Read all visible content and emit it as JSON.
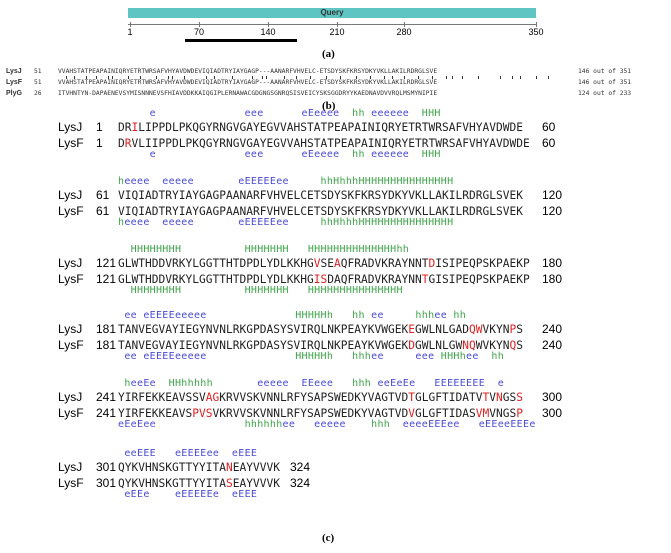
{
  "panel_a": {
    "query_label": "Query",
    "ticks": [
      "1",
      "70",
      "140",
      "210",
      "280",
      "350"
    ],
    "caption": "(a)"
  },
  "panel_b": {
    "rows": [
      {
        "name": "LysJ",
        "start": "51",
        "seq": "VVAHSTATPEAPAINIQRYETRTWRSAFVHYAVDWDEVIQIADTRYIAYGAGP---AANARFVHVELC-ETSDYSKFKRSYDKYVKLLAKILRDRGLSVE",
        "end": "146 out of 351"
      },
      {
        "name": "LysF",
        "start": "51",
        "seq": "VVAHSTATPEAPAINIQRYETRTWRSAFVHYAVDWDEVIQIADTRYIAYGAGP---AANARFVHVELC-ETSDYSKFKRSYDKYVKLLAKILRDRGLSVE",
        "end": "146 out of 351"
      },
      {
        "name": "PlyG",
        "start": "26",
        "seq": "ITVHNTYN-DAPAENEVSYMISNNNEVSFHIAVDDKKAIQGIPLERNAWACGDGNGSGNRQSISVEICYSKSGGDRYYKAEDNAVDVVRQLMSMYNIPIE",
        "end": "124 out of 233"
      }
    ],
    "caption": "(b)"
  },
  "panel_c": {
    "caption": "(c)",
    "blocks": [
      {
        "ss_top": "     e              eee      eEeeee  hh eeeeee  HHH",
        "r1": {
          "name": "LysJ",
          "start": "1",
          "seq": "DRILIPPDLPKQGYRNGVGAYEGVVAHSTATPEAPAINIQRYETRTWRSAFVHYAVDWDE",
          "end": "60",
          "red": [
            3
          ]
        },
        "r2": {
          "name": "LysF",
          "start": "1",
          "seq": "DRVLIIPPDLPKQGYRNGVGAYEGVVAHSTATPEAPAINIQRYETRTWRSAFVHYAVDWDE",
          "end": "60",
          "red": [
            2
          ]
        },
        "ss_bot": "     e              eee      eEeeee  hh eeeeee  HHH"
      },
      {
        "ss_top": "heeee  eeeee       eEEEEEee     hhHhhhHHHHHHHHHHHHHHH",
        "r1": {
          "name": "LysJ",
          "start": "61",
          "seq": "VIQIADTRYIAYGAGPAANARFVHVELCETSDYSKFKRSYDKYVKLLAKILRDRGLSVEK",
          "end": "120",
          "red": []
        },
        "r2": {
          "name": "LysF",
          "start": "61",
          "seq": "VIQIADTRYIAYGAGPAANARFVHVELCETSDYSKFKRSYDKYVKLLAKILRDRGLSVEK",
          "end": "120",
          "red": []
        },
        "ss_bot": "heeee  eeeee       eEEEEEee     hhHhhhHHHHHHHHHHHHHHH"
      },
      {
        "ss_top": "  HHHHHHHH          HHHHHHH   HHHHHHHHHHHHHHhh",
        "r1": {
          "name": "LysJ",
          "start": "121",
          "seq": "GLWTHDDVRKYLGGTTHTDPDLYDLKKHGVSEAQFRADVKRAYNNTDISIPEQPSKPAEKP",
          "end": "180",
          "red": [
            30,
            33,
            47
          ]
        },
        "r2": {
          "name": "LysF",
          "start": "121",
          "seq": "GLWTHDDVRKYLGGTTHTDPDLYDLKKHGISDAQFRADVKRAYNNTGISIPEQPSKPAEKP",
          "end": "180",
          "red": [
            30,
            31,
            46
          ]
        },
        "ss_bot": "  HHHHHHHH          HHHHHHH   HHHHHHHHHHHHHHH"
      },
      {
        "ss_top": " ee eEEEEeeeee              HHHHHh   hh ee     hhhee hh",
        "r1": {
          "name": "LysJ",
          "start": "181",
          "seq": "TANVEGVAYIEGYNVNLRKGPDASYSVIRQLNKPEAYKVWGEKEGWLNLGADQWVKYNPS",
          "end": "240",
          "red": [
            44,
            53,
            54,
            59
          ]
        },
        "r2": {
          "name": "LysF",
          "start": "181",
          "seq": "TANVEGVAYIEGYNVNLRKGPDASYSVIRQLNKPEAYKVWGEKDGWLNLGWNQWVKYNQS",
          "end": "240",
          "red": [
            44,
            52,
            53,
            59
          ]
        },
        "ss_bot": " ee eEEEEeeeee              HHHHHh   hhhee     eee HHHhee  hh"
      },
      {
        "ss_top": " heeEe  HHhhhhh       eeeee  EEeee   hhh eeEeEe   EEEEEEEE  e",
        "r1": {
          "name": "LysJ",
          "start": "241",
          "seq": "YIRFEKKEAVSSVAGKRVVSKVNNLRFYSAPSWEDKYVAGTVDTGLGFTIDATVTVNGSS",
          "end": "300",
          "red": [
            14,
            15,
            44,
            55,
            57,
            60
          ]
        },
        "r2": {
          "name": "LysF",
          "start": "241",
          "seq": "YIRFEKKEAVSPVSVKRVVSKVNNLRFYSAPSWEDKYVAGTVDVGLGFTIDASVMVNGSP",
          "end": "300",
          "red": [
            12,
            13,
            14,
            44,
            54,
            55,
            60
          ]
        },
        "ss_bot": "eEeEee              hhhhhhee   eeeee    hhh  eeeeEEEee   eEEeeEEEe"
      },
      {
        "ss_top": " eeEEE   eEEEEee  eEEE",
        "r1": {
          "name": "LysJ",
          "start": "301",
          "seq": "QYKVHNSKGTTYYITANEAYVVVK",
          "end": "324",
          "red": [
            17
          ]
        },
        "r2": {
          "name": "LysF",
          "start": "301",
          "seq": "QYKVHNSKGTTYYITASEAYVVVK",
          "end": "324",
          "red": [
            17
          ]
        },
        "ss_bot": " eEEe    eEEEEEe  eEEE"
      }
    ]
  }
}
